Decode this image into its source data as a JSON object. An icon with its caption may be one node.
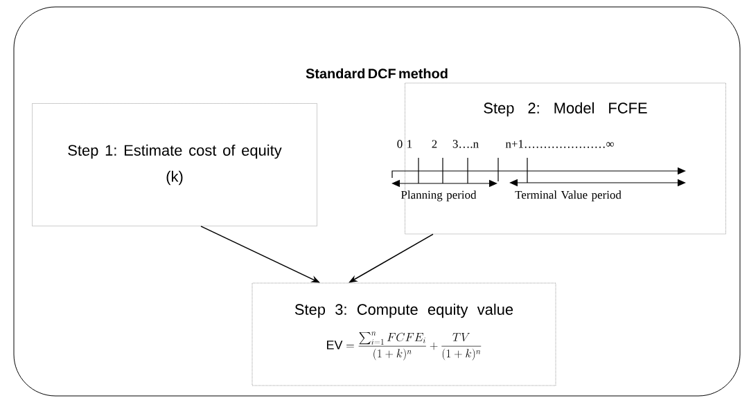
{
  "diagram": {
    "nodes": [
      {
        "text": [
          "Standard DCF method"
        ]
      },
      {
        "text": [
          "Step 1: Estimate cost of equity (k)"
        ],
        "in": 0
      },
      {
        "text": [
          "Step 2: Model FCFE"
        ],
        "in": 0
      },
      {
        "text": [
          "Step 3: Compute equity value",
          "\\mathrm{EV} =\\frac{\\sum_{i=1}^{n} FCFE_i}{(1+k)^n}+\\frac{TV}{(1+k)^n}"
        ],
        "in": 0
      }
    ],
    "edges": [
      {
        "from": 1,
        "to": 3,
        "arrow": "to"
      },
      {
        "from": 2,
        "to": 3,
        "arrow": "to"
      }
    ],
    "labels": [
      "0 1",
      "2",
      "3….n",
      "n+1…………………∞",
      "Planning period",
      "Terminal Value period"
    ]
  }
}
